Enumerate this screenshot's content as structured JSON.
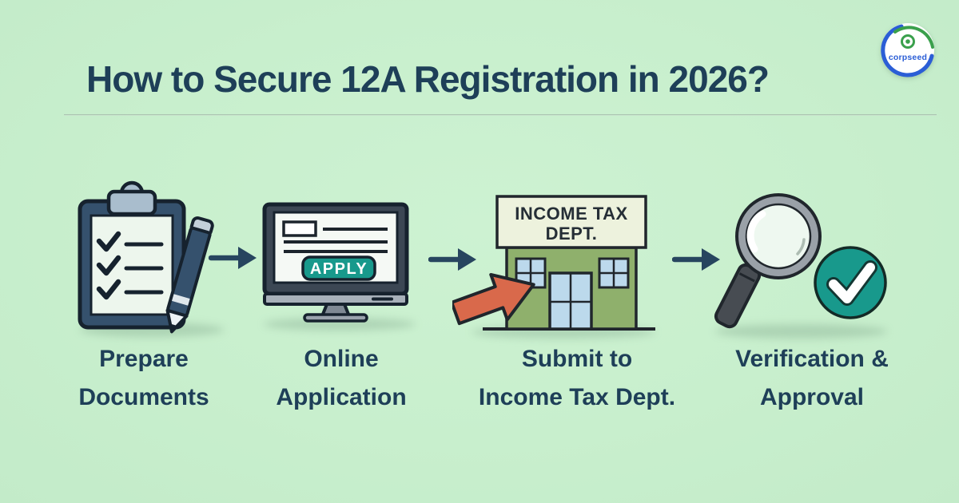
{
  "header": {
    "title": "How to Secure 12A Registration in 2026?"
  },
  "logo": {
    "brand": "corpseed",
    "icon": "logo-swirl-icon"
  },
  "steps": [
    {
      "id": "prepare-documents",
      "icon": "clipboard-checklist-icon",
      "label_line1": "Prepare",
      "label_line2": "Documents"
    },
    {
      "id": "online-application",
      "icon": "monitor-apply-icon",
      "apply_button_text": "APPLY",
      "label_line1": "Online",
      "label_line2": "Application"
    },
    {
      "id": "submit-to-income-tax-dept",
      "icon": "tax-building-icon",
      "sign_line1": "INCOME TAX",
      "sign_line2": "DEPT.",
      "label_line1": "Submit to",
      "label_line2": "Income Tax Dept."
    },
    {
      "id": "verification-approval",
      "icon": "magnifier-check-icon",
      "label_line1": "Verification &",
      "label_line2": "Approval"
    }
  ],
  "colors": {
    "background_mint": "#c8efcd",
    "title_navy": "#1e3f58",
    "accent_teal": "#18998c",
    "flow_arrow_navy": "#27455f",
    "building_green": "#8fb06c",
    "sign_cream": "#edf2dd",
    "window_blue": "#bcd9ec",
    "submit_arrow_orange": "#d9694b",
    "clipboard_navy": "#35516d",
    "paper_mint": "#edf6ed",
    "logo_blue": "#2b5ed6",
    "logo_green": "#3aa04c"
  }
}
